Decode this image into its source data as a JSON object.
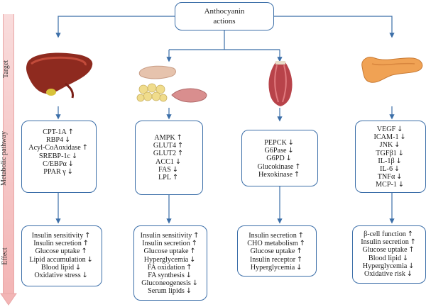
{
  "title": {
    "line1": "Anthocyanin",
    "line2": "actions"
  },
  "side_labels": {
    "target": "Target",
    "pathway": "Metabolic pathway",
    "effect": "Effect"
  },
  "columns": [
    {
      "organ_icon": "liver-icon",
      "pathway": [
        {
          "label": "CPT-1A",
          "dir": "up"
        },
        {
          "label": "RBP4",
          "dir": "down"
        },
        {
          "label": "Acyl-CoAoxidase",
          "dir": "up"
        },
        {
          "label": "SREBP-1c",
          "dir": "down"
        },
        {
          "label": "C/EBPα",
          "dir": "down"
        },
        {
          "label": "PPAR γ",
          "dir": "down"
        }
      ],
      "effect": [
        {
          "label": "Insulin sensitivity",
          "dir": "up"
        },
        {
          "label": "Insulin secretion",
          "dir": "up"
        },
        {
          "label": "Glucose uptake",
          "dir": "up"
        },
        {
          "label": "Lipid accumulation",
          "dir": "down"
        },
        {
          "label": "Blood lipid",
          "dir": "down"
        },
        {
          "label": "Oxidative stress",
          "dir": "down"
        }
      ]
    },
    {
      "organ_icon": "adipose-muscle-icon",
      "pathway": [
        {
          "label": "AMPK",
          "dir": "up"
        },
        {
          "label": "GLUT4",
          "dir": "up"
        },
        {
          "label": "GLUT2",
          "dir": "up"
        },
        {
          "label": "ACC1",
          "dir": "down"
        },
        {
          "label": "FAS",
          "dir": "down"
        },
        {
          "label": "LPL",
          "dir": "up"
        }
      ],
      "effect": [
        {
          "label": "Insulin sensitivity",
          "dir": "up"
        },
        {
          "label": "Insulin secretion",
          "dir": "up"
        },
        {
          "label": "Glucose uptake",
          "dir": "up"
        },
        {
          "label": "Hyperglycemia",
          "dir": "down"
        },
        {
          "label": "FA oxidation",
          "dir": "up"
        },
        {
          "label": "FA synthesis",
          "dir": "down"
        },
        {
          "label": "Gluconeogenesis",
          "dir": "down"
        },
        {
          "label": "Serum lipids",
          "dir": "down"
        }
      ]
    },
    {
      "organ_icon": "skeletal-muscle-icon",
      "pathway": [
        {
          "label": "PEPCK",
          "dir": "down"
        },
        {
          "label": "G6Pase",
          "dir": "down"
        },
        {
          "label": "G6PD",
          "dir": "down"
        },
        {
          "label": "Glucokinase",
          "dir": "up"
        },
        {
          "label": "Hexokinase",
          "dir": "up"
        }
      ],
      "effect": [
        {
          "label": "Insulin secretion",
          "dir": "up"
        },
        {
          "label": "CHO metabolism",
          "dir": "up"
        },
        {
          "label": "Glucose uptake",
          "dir": "up"
        },
        {
          "label": "Insulin receptor",
          "dir": "up"
        },
        {
          "label": "Hyperglycemia",
          "dir": "down"
        }
      ]
    },
    {
      "organ_icon": "pancreas-icon",
      "pathway": [
        {
          "label": "VEGF",
          "dir": "down"
        },
        {
          "label": "ICAM-1",
          "dir": "down"
        },
        {
          "label": "JNK",
          "dir": "down"
        },
        {
          "label": "TGFβ1",
          "dir": "down"
        },
        {
          "label": "IL-1β",
          "dir": "down"
        },
        {
          "label": "IL-6",
          "dir": "down"
        },
        {
          "label": "TNFα",
          "dir": "down"
        },
        {
          "label": "MCP-1",
          "dir": "down"
        }
      ],
      "effect": [
        {
          "label": "β-cell function",
          "dir": "up"
        },
        {
          "label": "Insulin secretion",
          "dir": "up"
        },
        {
          "label": "Glucose uptake",
          "dir": "up"
        },
        {
          "label": "Blood lipid",
          "dir": "down"
        },
        {
          "label": "Hyperglycemia",
          "dir": "down"
        },
        {
          "label": "Oxidative risk",
          "dir": "down"
        }
      ]
    }
  ],
  "arrow_glyphs": {
    "up": "↑",
    "down": "↓"
  },
  "colors": {
    "box_border": "#3b6ea8",
    "connector": "#3b6ea8",
    "side_bar": "#f3b5b5"
  }
}
